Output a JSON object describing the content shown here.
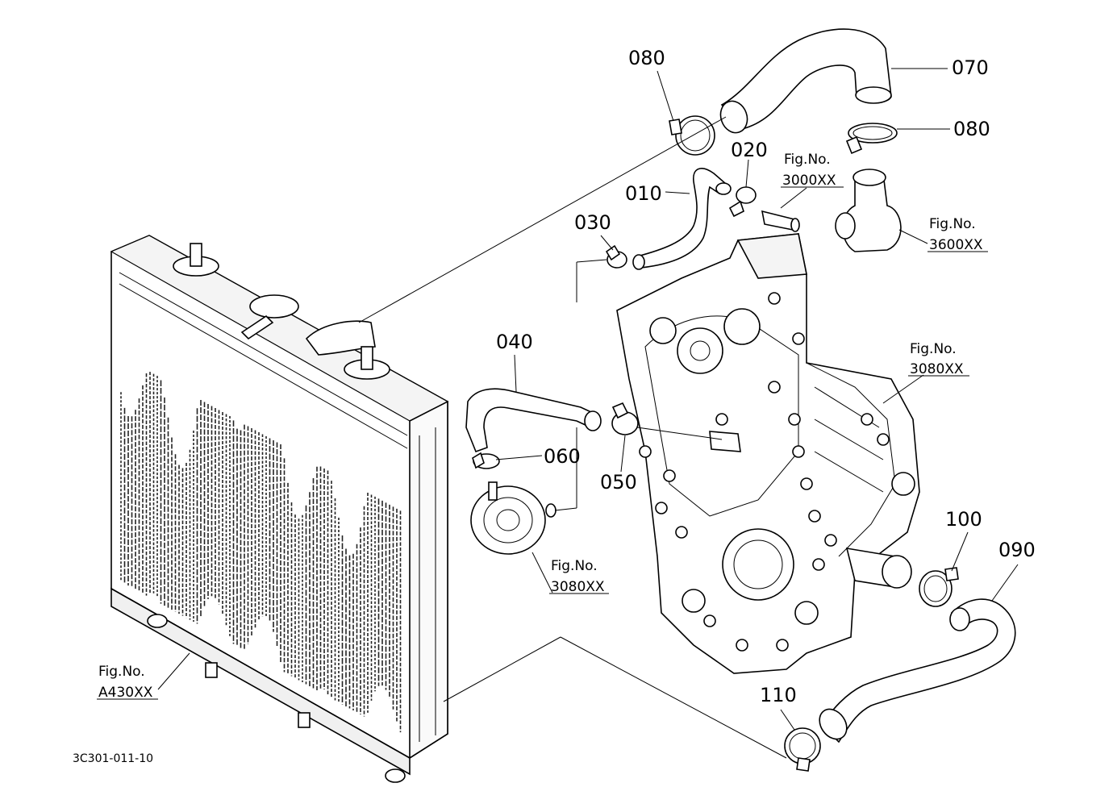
{
  "parts": {
    "p010": "010",
    "p020": "020",
    "p030": "030",
    "p040": "040",
    "p050": "050",
    "p060": "060",
    "p070": "070",
    "p080a": "080",
    "p080b": "080",
    "p090": "090",
    "p100": "100",
    "p110": "110"
  },
  "references": {
    "ref_3000": {
      "label": "Fig.No.",
      "code": "3000XX"
    },
    "ref_3600": {
      "label": "Fig.No.",
      "code": "3600XX"
    },
    "ref_3080a": {
      "label": "Fig.No.",
      "code": "3080XX"
    },
    "ref_3080b": {
      "label": "Fig.No.",
      "code": "3080XX"
    },
    "ref_a430": {
      "label": "Fig.No.",
      "code": "A430XX"
    }
  },
  "diagram_code": "3C301-011-10"
}
